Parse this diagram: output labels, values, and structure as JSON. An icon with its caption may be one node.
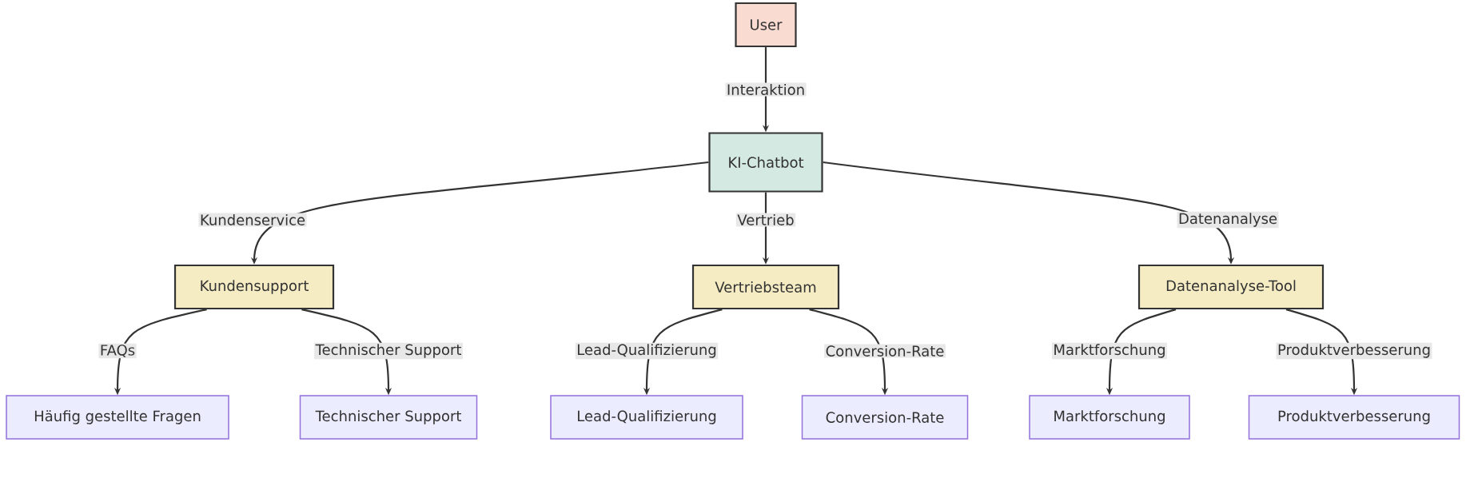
{
  "diagram": {
    "nodes": [
      {
        "text": [
          "User"
        ]
      },
      {
        "text": [
          "KI-Chatbot"
        ]
      },
      {
        "text": [
          "Kundensupport"
        ]
      },
      {
        "text": [
          "Vertriebsteam"
        ]
      },
      {
        "text": [
          "Datenanalyse-Tool"
        ]
      },
      {
        "text": [
          "Häufig gestellte Fragen"
        ]
      },
      {
        "text": [
          "Technischer Support"
        ]
      },
      {
        "text": [
          "Lead-Qualifizierung"
        ]
      },
      {
        "text": [
          "Conversion-Rate"
        ]
      },
      {
        "text": [
          "Marktforschung"
        ]
      },
      {
        "text": [
          "Produktverbesserung"
        ]
      }
    ],
    "edges": [
      {
        "from": 0,
        "to": 1,
        "arrow": "to",
        "label": "Interaktion"
      },
      {
        "from": 1,
        "to": 2,
        "arrow": "to",
        "label": "Kundenservice"
      },
      {
        "from": 1,
        "to": 3,
        "arrow": "to",
        "label": "Vertrieb"
      },
      {
        "from": 1,
        "to": 4,
        "arrow": "to",
        "label": "Datenanalyse"
      },
      {
        "from": 2,
        "to": 5,
        "arrow": "to",
        "label": "FAQs"
      },
      {
        "from": 2,
        "to": 6,
        "arrow": "to",
        "label": "Technischer Support"
      },
      {
        "from": 3,
        "to": 7,
        "arrow": "to",
        "label": "Lead-Qualifizierung"
      },
      {
        "from": 3,
        "to": 8,
        "arrow": "to",
        "label": "Conversion-Rate"
      },
      {
        "from": 4,
        "to": 9,
        "arrow": "to",
        "label": "Marktforschung"
      },
      {
        "from": 4,
        "to": 10,
        "arrow": "to",
        "label": "Produktverbesserung"
      }
    ]
  }
}
